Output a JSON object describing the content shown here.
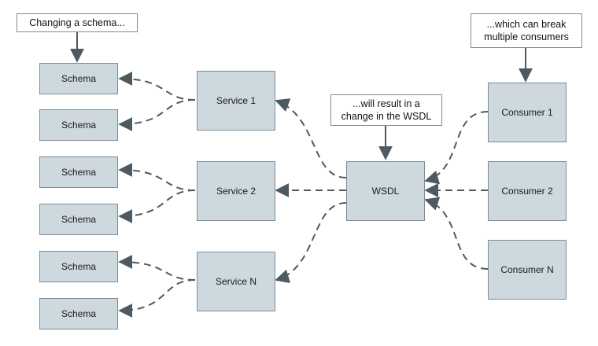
{
  "notes": {
    "changing_schema": "Changing a schema...",
    "wsdl_change": "...will result in a\nchange in the WSDL",
    "break_consumers": "...which can break\nmultiple consumers"
  },
  "schemas": [
    "Schema",
    "Schema",
    "Schema",
    "Schema",
    "Schema",
    "Schema"
  ],
  "services": [
    "Service 1",
    "Service 2",
    "Service N"
  ],
  "wsdl": "WSDL",
  "consumers": [
    "Consumer 1",
    "Consumer 2",
    "Consumer N"
  ],
  "colors": {
    "box_fill": "#cdd8df",
    "box_border": "#7b8d97",
    "connector": "#4d5a62"
  }
}
